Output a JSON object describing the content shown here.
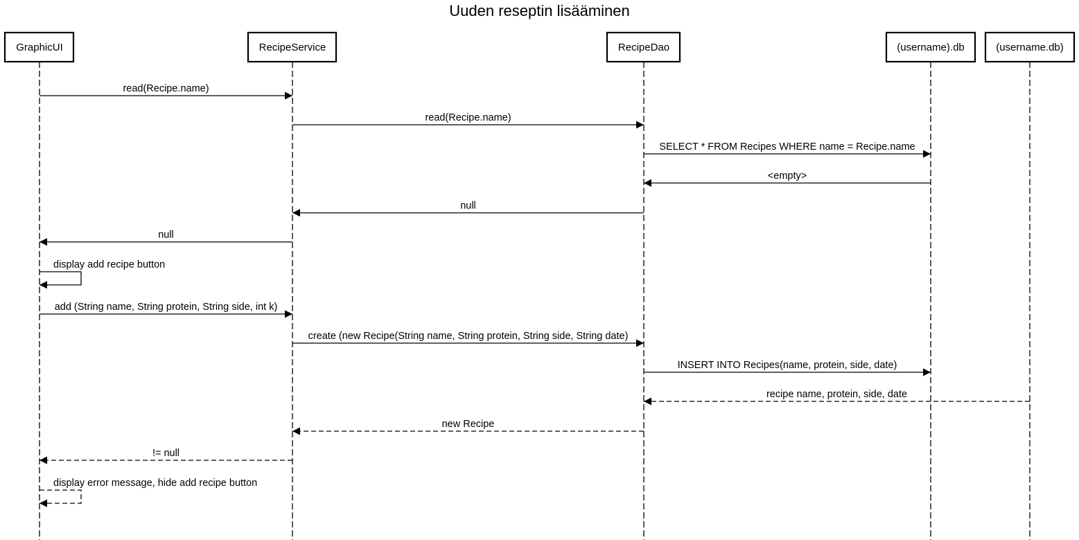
{
  "title": "Uuden reseptin lisääminen",
  "participants": [
    {
      "id": "p0",
      "name": "GraphicUI"
    },
    {
      "id": "p1",
      "name": "RecipeService"
    },
    {
      "id": "p2",
      "name": "RecipeDao"
    },
    {
      "id": "p3",
      "name": "(username).db"
    },
    {
      "id": "p4",
      "name": "(username.db)"
    }
  ],
  "messages": [
    {
      "from": 0,
      "to": 1,
      "label": "read(Recipe.name)",
      "style": "solid"
    },
    {
      "from": 1,
      "to": 2,
      "label": "read(Recipe.name)",
      "style": "solid"
    },
    {
      "from": 2,
      "to": 3,
      "label": "SELECT * FROM Recipes WHERE name = Recipe.name",
      "style": "solid"
    },
    {
      "from": 3,
      "to": 2,
      "label": "<empty>",
      "style": "solid"
    },
    {
      "from": 2,
      "to": 1,
      "label": "null",
      "style": "solid"
    },
    {
      "from": 1,
      "to": 0,
      "label": "null",
      "style": "solid"
    },
    {
      "from": 0,
      "to": 0,
      "label": "display add recipe button",
      "style": "solid"
    },
    {
      "from": 0,
      "to": 1,
      "label": "add (String name, String protein, String side, int k)",
      "style": "solid"
    },
    {
      "from": 1,
      "to": 2,
      "label": "create (new Recipe(String name, String protein, String side, String date)",
      "style": "solid"
    },
    {
      "from": 2,
      "to": 3,
      "label": "INSERT INTO Recipes(name, protein, side, date)",
      "style": "solid"
    },
    {
      "from": 4,
      "to": 2,
      "label": "recipe name, protein, side, date",
      "style": "dashed"
    },
    {
      "from": 2,
      "to": 1,
      "label": "new Recipe",
      "style": "dashed"
    },
    {
      "from": 1,
      "to": 0,
      "label": "!= null",
      "style": "dashed"
    },
    {
      "from": 0,
      "to": 0,
      "label": "display error message, hide add recipe button",
      "style": "dashed"
    }
  ]
}
